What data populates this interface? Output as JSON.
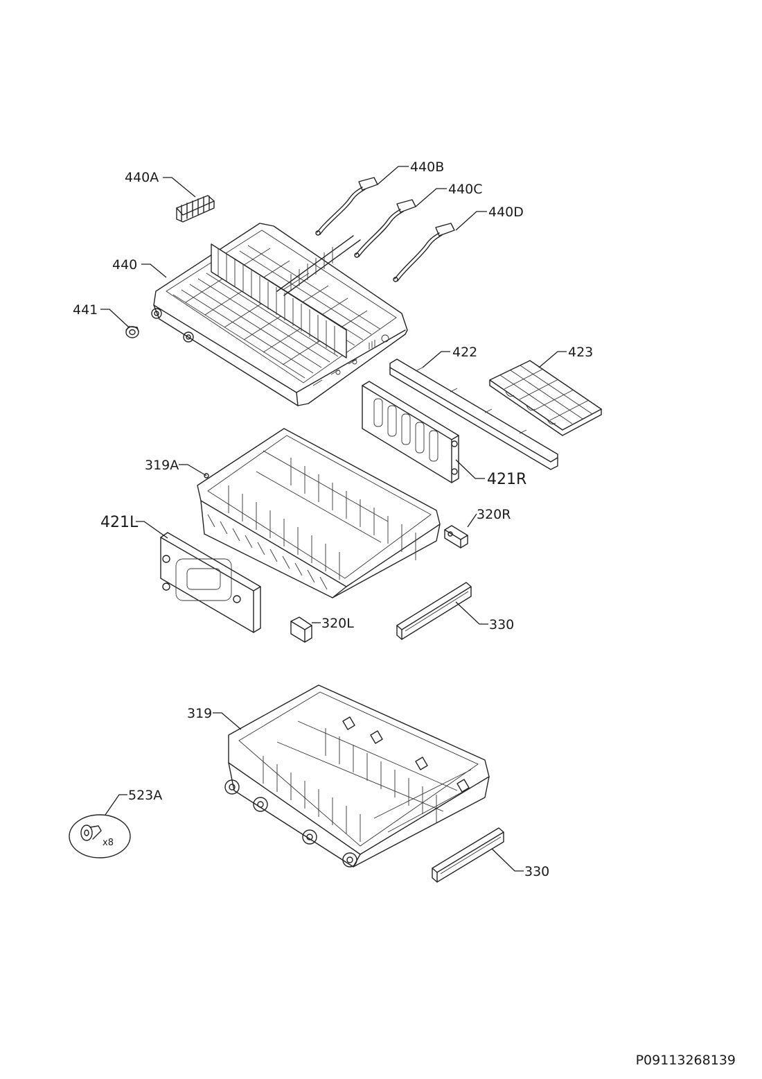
{
  "diagram": {
    "labels": {
      "p440A": "440A",
      "p440B": "440B",
      "p440C": "440C",
      "p440D": "440D",
      "p440": "440",
      "p441": "441",
      "p422": "422",
      "p423": "423",
      "p421R": "421R",
      "p319A": "319A",
      "p421L": "421L",
      "p320R": "320R",
      "p320L": "320L",
      "p330a": "330",
      "p319": "319",
      "p523A": "523A",
      "p330b": "330",
      "qty523A": "x8"
    },
    "drawing_code": "P09113268139"
  }
}
